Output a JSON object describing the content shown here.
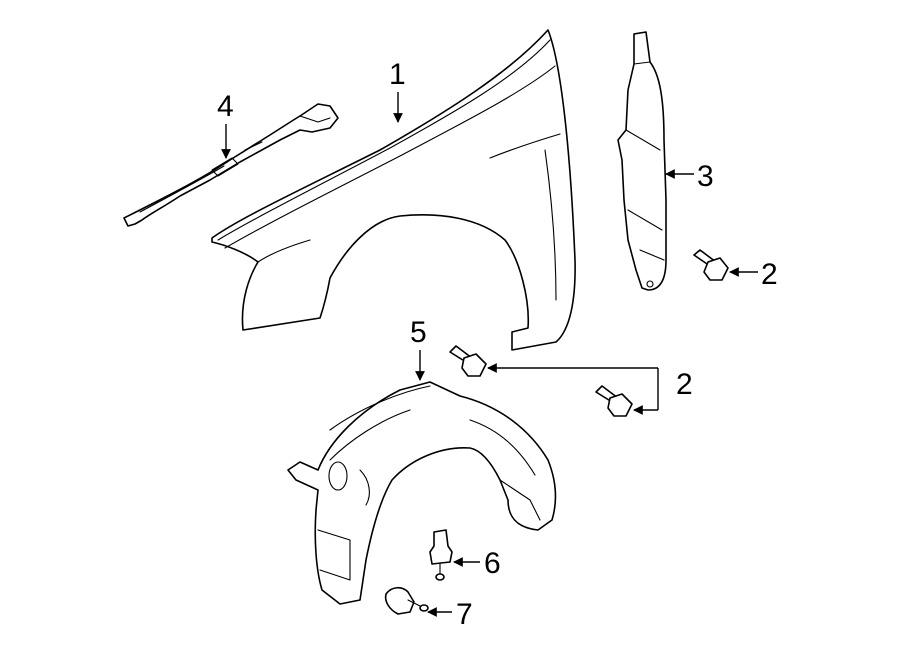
{
  "diagram": {
    "callouts": [
      {
        "label": "1",
        "part": "fender"
      },
      {
        "label": "2",
        "part": "bolt"
      },
      {
        "label": "2",
        "part": "bolt"
      },
      {
        "label": "3",
        "part": "fender-seal"
      },
      {
        "label": "4",
        "part": "fender-brace"
      },
      {
        "label": "5",
        "part": "wheelhouse-liner"
      },
      {
        "label": "6",
        "part": "push-pin-fastener"
      },
      {
        "label": "7",
        "part": "push-retainer"
      }
    ],
    "colors": {
      "line": "#000000",
      "background": "#ffffff"
    }
  }
}
